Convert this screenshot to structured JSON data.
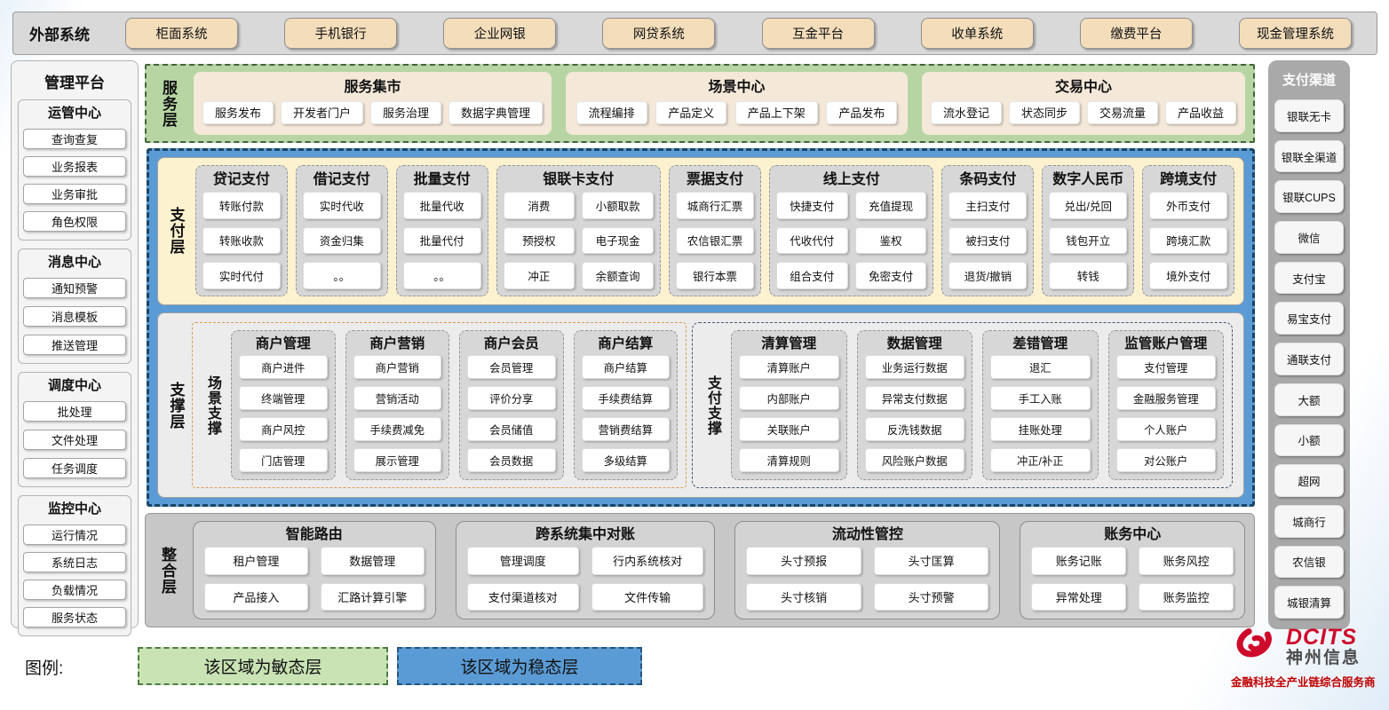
{
  "external_systems": {
    "label": "外部系统",
    "items": [
      "柜面系统",
      "手机银行",
      "企业网银",
      "网贷系统",
      "互金平台",
      "收单系统",
      "缴费平台",
      "现金管理系统"
    ]
  },
  "management_platform": {
    "title": "管理平台",
    "groups": [
      {
        "title": "运管中心",
        "items": [
          "查询查复",
          "业务报表",
          "业务审批",
          "角色权限"
        ]
      },
      {
        "title": "消息中心",
        "items": [
          "通知预警",
          "消息模板",
          "推送管理"
        ]
      },
      {
        "title": "调度中心",
        "items": [
          "批处理",
          "文件处理",
          "任务调度"
        ]
      },
      {
        "title": "监控中心",
        "items": [
          "运行情况",
          "系统日志",
          "负载情况",
          "服务状态"
        ]
      }
    ]
  },
  "service_layer": {
    "label": "服务层",
    "groups": [
      {
        "title": "服务集市",
        "items": [
          "服务发布",
          "开发者门户",
          "服务治理",
          "数据字典管理"
        ]
      },
      {
        "title": "场景中心",
        "items": [
          "流程编排",
          "产品定义",
          "产品上下架",
          "产品发布"
        ]
      },
      {
        "title": "交易中心",
        "items": [
          "流水登记",
          "状态同步",
          "交易流量",
          "产品收益"
        ]
      }
    ]
  },
  "payment_layer": {
    "label": "支付层",
    "columns": [
      {
        "title": "贷记支付",
        "items": [
          "转账付款",
          "转账收款",
          "实时代付"
        ]
      },
      {
        "title": "借记支付",
        "items": [
          "实时代收",
          "资金归集",
          "。。"
        ]
      },
      {
        "title": "批量支付",
        "items": [
          "批量代收",
          "批量代付",
          "。。"
        ]
      },
      {
        "title": "银联卡支付",
        "items": [
          "消费",
          "小额取款",
          "预授权",
          "电子现金",
          "冲正",
          "余额查询"
        ]
      },
      {
        "title": "票据支付",
        "items": [
          "城商行汇票",
          "农信银汇票",
          "银行本票"
        ]
      },
      {
        "title": "线上支付",
        "items": [
          "快捷支付",
          "充值提现",
          "代收代付",
          "鉴权",
          "组合支付",
          "免密支付"
        ]
      },
      {
        "title": "条码支付",
        "items": [
          "主扫支付",
          "被扫支付",
          "退货/撤销"
        ]
      },
      {
        "title": "数字人民币",
        "items": [
          "兑出/兑回",
          "钱包开立",
          "转钱"
        ]
      },
      {
        "title": "跨境支付",
        "items": [
          "外币支付",
          "跨境汇款",
          "境外支付"
        ]
      }
    ]
  },
  "support_layer": {
    "label": "支撑层",
    "zones": [
      {
        "label": "场景支撑",
        "columns": [
          {
            "title": "商户管理",
            "items": [
              "商户进件",
              "终端管理",
              "商户风控",
              "门店管理"
            ]
          },
          {
            "title": "商户营销",
            "items": [
              "商户营销",
              "营销活动",
              "手续费减免",
              "展示管理"
            ]
          },
          {
            "title": "商户会员",
            "items": [
              "会员管理",
              "评价分享",
              "会员储值",
              "会员数据"
            ]
          },
          {
            "title": "商户结算",
            "items": [
              "商户结算",
              "手续费结算",
              "营销费结算",
              "多级结算"
            ]
          }
        ]
      },
      {
        "label": "支付支撑",
        "columns": [
          {
            "title": "清算管理",
            "items": [
              "清算账户",
              "内部账户",
              "关联账户",
              "清算规则"
            ]
          },
          {
            "title": "数据管理",
            "items": [
              "业务运行数据",
              "异常支付数据",
              "反洗钱数据",
              "风险账户数据"
            ]
          },
          {
            "title": "差错管理",
            "items": [
              "退汇",
              "手工入账",
              "挂账处理",
              "冲正/补正"
            ]
          },
          {
            "title": "监管账户管理",
            "items": [
              "支付管理",
              "金融服务管理",
              "个人账户",
              "对公账户"
            ]
          }
        ]
      }
    ]
  },
  "integration_layer": {
    "label": "整合层",
    "groups": [
      {
        "title": "智能路由",
        "items": [
          "租户管理",
          "数据管理",
          "产品接入",
          "汇路计算引擎"
        ]
      },
      {
        "title": "跨系统集中对账",
        "items": [
          "管理调度",
          "行内系统核对",
          "支付渠道核对",
          "文件传输"
        ]
      },
      {
        "title": "流动性管控",
        "items": [
          "头寸预报",
          "头寸匡算",
          "头寸核销",
          "头寸预警"
        ]
      },
      {
        "title": "账务中心",
        "items": [
          "账务记账",
          "账务风控",
          "异常处理",
          "账务监控"
        ]
      }
    ]
  },
  "payment_channels": {
    "title": "支付渠道",
    "items": [
      "银联无卡",
      "银联全渠道",
      "银联CUPS",
      "微信",
      "支付宝",
      "易宝支付",
      "通联支付",
      "大额",
      "小额",
      "超网",
      "城商行",
      "农信银",
      "城银清算"
    ]
  },
  "legend": {
    "label": "图例:",
    "agile": "该区域为敏态层",
    "stable": "该区域为稳态层"
  },
  "logo": {
    "brand": "DCITS",
    "name": "神州信息",
    "tagline": "金融科技全产业链综合服务商"
  },
  "colors": {
    "agile_green": "#c9e3b5",
    "stable_blue": "#5b9bd5",
    "brand_red": "#ce0a2c"
  }
}
